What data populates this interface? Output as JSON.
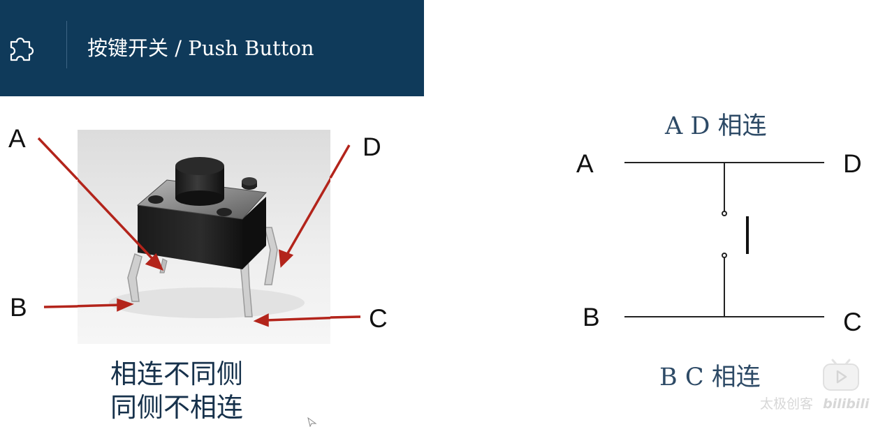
{
  "header": {
    "title": "按键开关 / Push Button",
    "icon": "puzzle-icon",
    "background": "#0f3a5a"
  },
  "photo": {
    "labels": {
      "a": "A",
      "b": "B",
      "c": "C",
      "d": "D"
    },
    "arrow_color": "#b3241b"
  },
  "caption": {
    "line1": "相连不同侧",
    "line2": "同侧不相连"
  },
  "schematic": {
    "top_note": "A D 相连",
    "bottom_note": "B C 相连",
    "labels": {
      "a": "A",
      "b": "B",
      "c": "C",
      "d": "D"
    }
  },
  "watermark": {
    "icon": "bilibili-tv-icon",
    "text": "太极创客",
    "logo": "bilibili"
  }
}
